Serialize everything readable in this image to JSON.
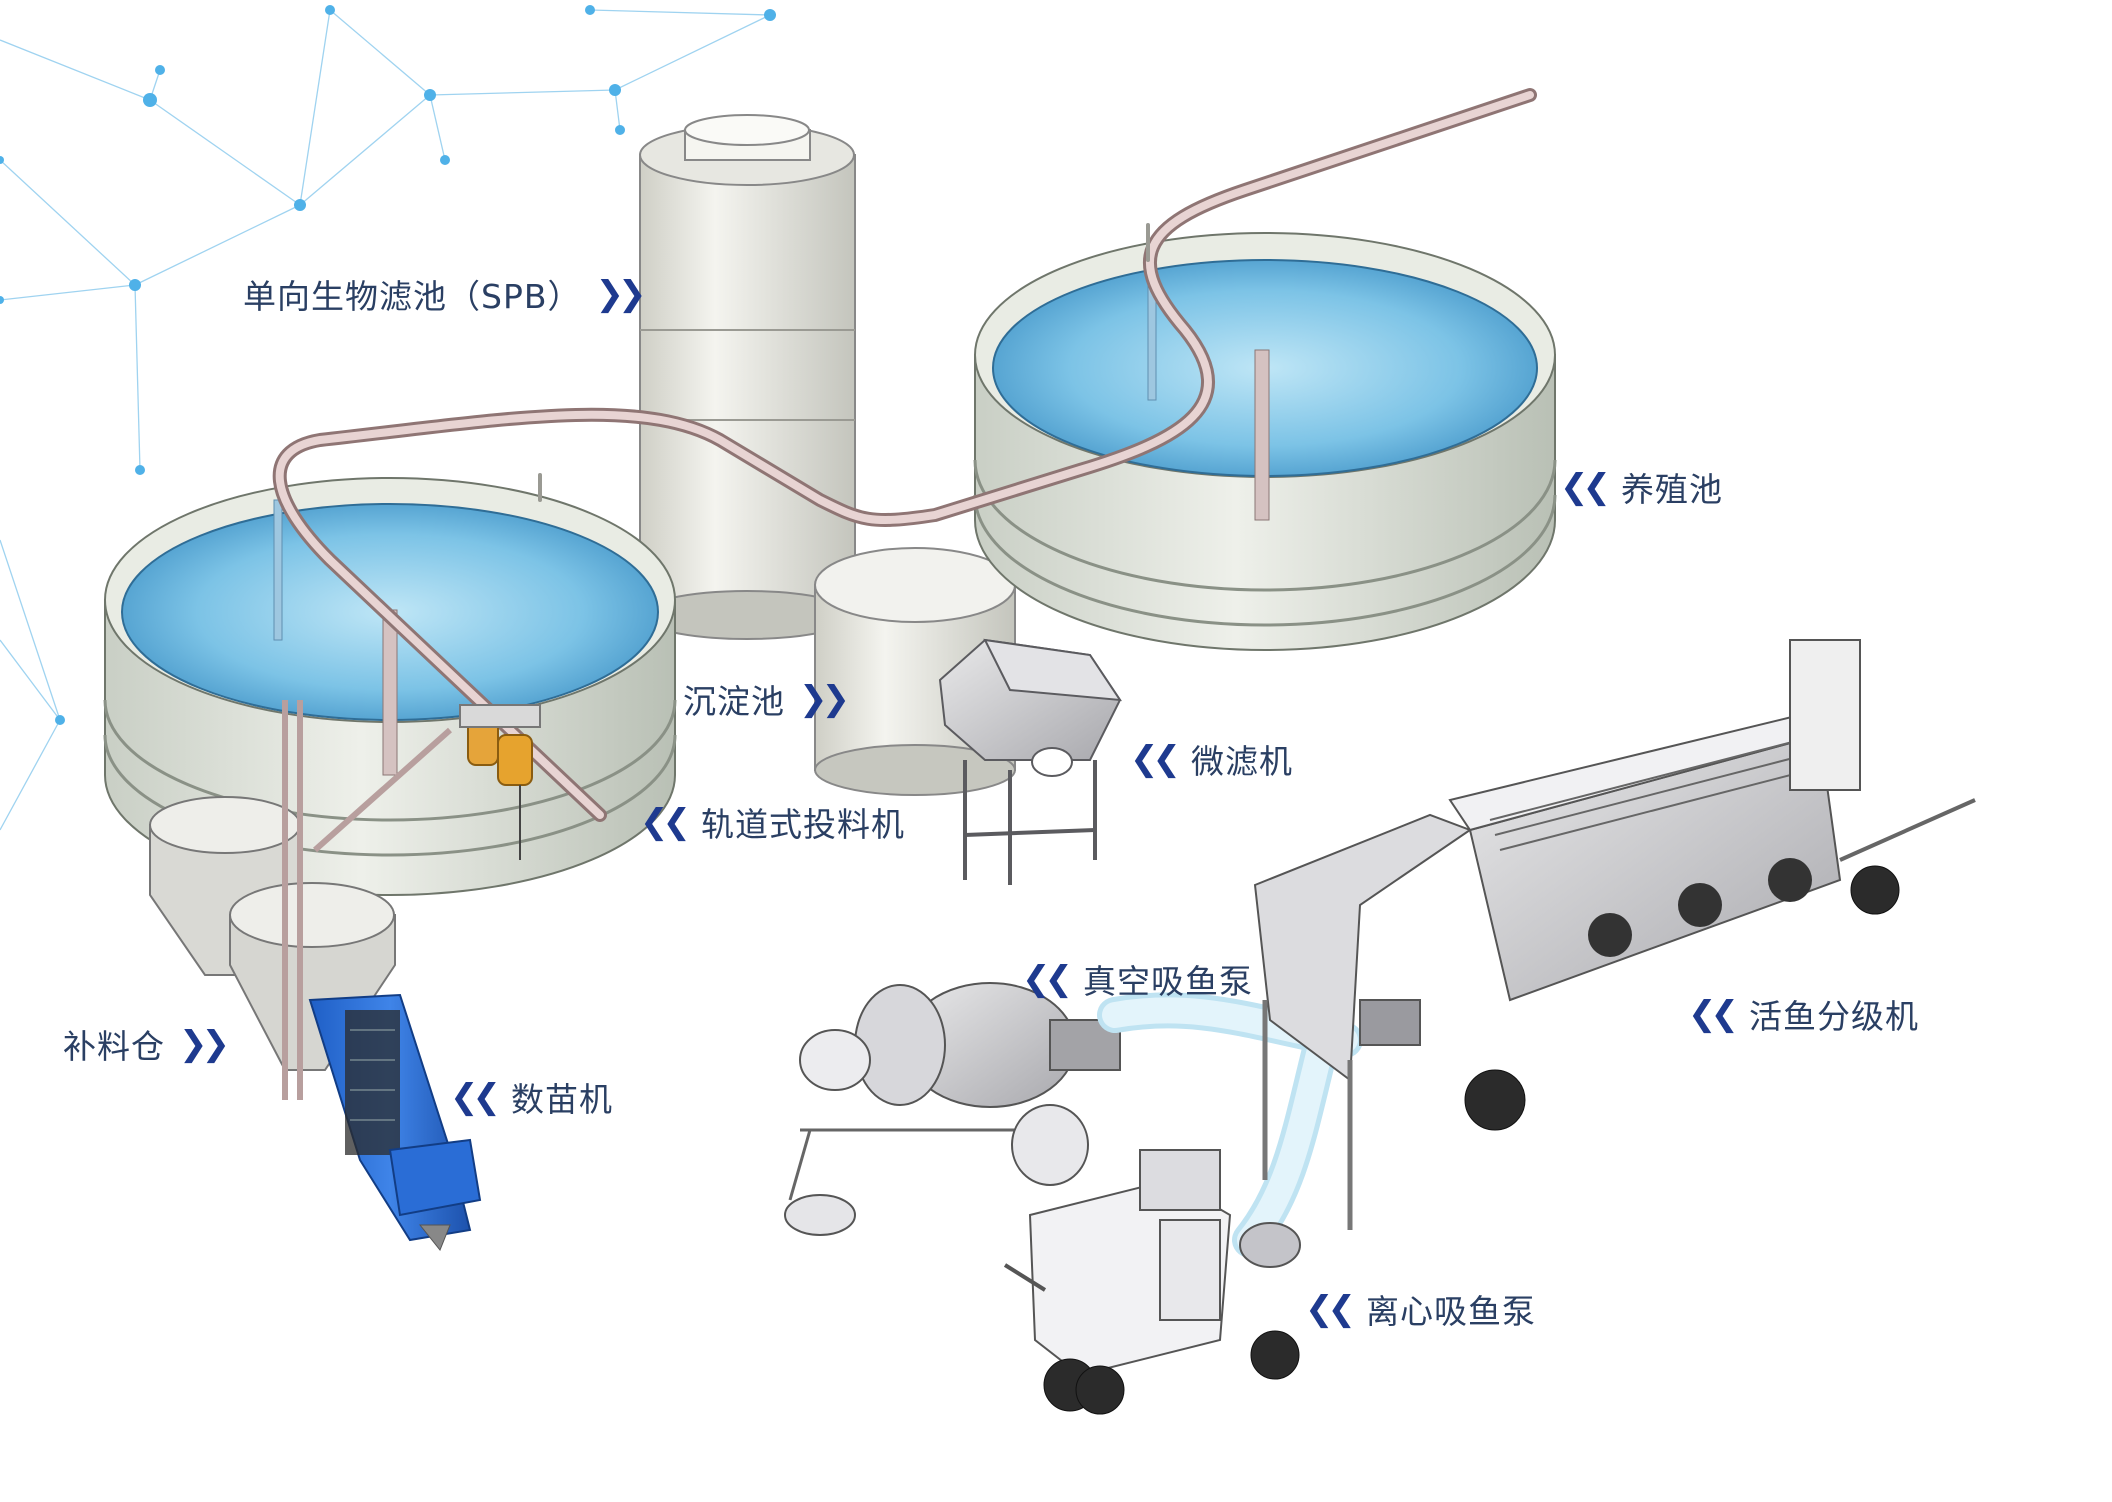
{
  "labels": {
    "spb": "单向生物滤池（SPB）",
    "culture_pond": "养殖池",
    "sedimentation": "沉淀池",
    "micro_filter": "微滤机",
    "rail_feeder": "轨道式投料机",
    "supply_bin": "补料仓",
    "fry_counter": "数苗机",
    "vacuum_pump": "真空吸鱼泵",
    "fish_grader": "活鱼分级机",
    "centrifugal_pump": "离心吸鱼泵"
  },
  "arrows": {
    "pointing_right": "❯❯",
    "pointing_left": "❮❮"
  },
  "colors": {
    "label_text": "#2a3f63",
    "arrow": "#1e3a8f",
    "water": "#5fb4dd",
    "tank_shell": "#dfe3da",
    "fry_counter_body": "#2f6fd1",
    "hose": "#bfe3f2",
    "network": "#8ccbef"
  }
}
